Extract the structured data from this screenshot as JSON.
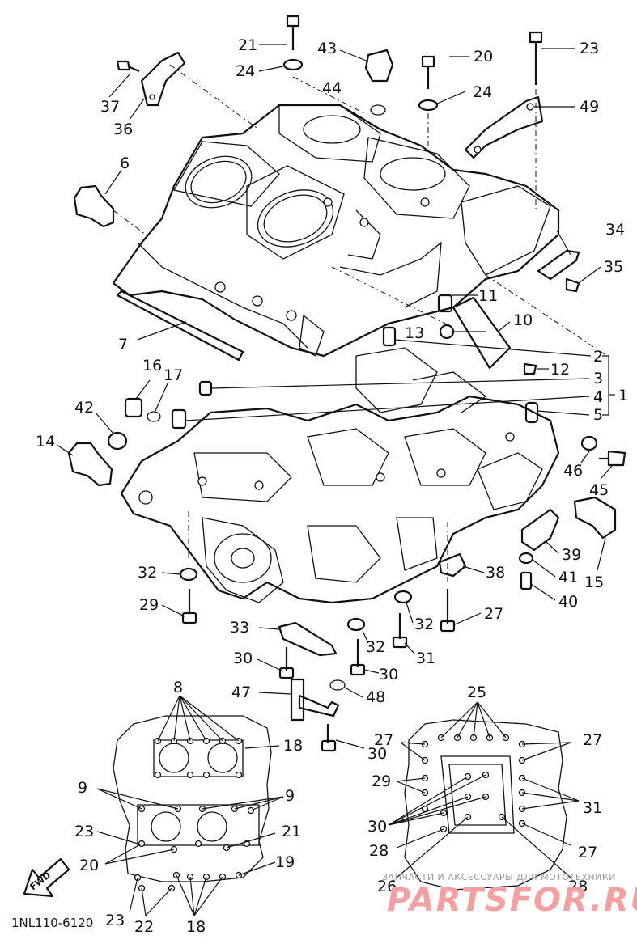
{
  "diagram": {
    "code": "1NL110-6120",
    "fwd_label": "FWD",
    "watermark_top": "ЗАПЧАСТИ И АКСЕССУАРЫ ДЛЯ МОТОТЕХНИКИ",
    "watermark_main": "PARTSFOR.RU"
  },
  "callouts": {
    "c1": "1",
    "c2": "2",
    "c3": "3",
    "c4": "4",
    "c5": "5",
    "c6": "6",
    "c7": "7",
    "c8": "8",
    "c9a": "9",
    "c9b": "9",
    "c10": "10",
    "c11": "11",
    "c12": "12",
    "c13": "13",
    "c14": "14",
    "c15": "15",
    "c16": "16",
    "c17": "17",
    "c18a": "18",
    "c18b": "18",
    "c19": "19",
    "c20a": "20",
    "c20b": "20",
    "c21a": "21",
    "c21b": "21",
    "c22": "22",
    "c23a": "23",
    "c23b": "23",
    "c23c": "23",
    "c24a": "24",
    "c24b": "24",
    "c25": "25",
    "c26": "26",
    "c27a": "27",
    "c27b": "27",
    "c27c": "27",
    "c27d": "27",
    "c28a": "28",
    "c28b": "28",
    "c29a": "29",
    "c29b": "29",
    "c30a": "30",
    "c30b": "30",
    "c30c": "30",
    "c30d": "30",
    "c31a": "31",
    "c31b": "31",
    "c32a": "32",
    "c32b": "32",
    "c32c": "32",
    "c33": "33",
    "c34": "34",
    "c35": "35",
    "c36": "36",
    "c37": "37",
    "c38": "38",
    "c39": "39",
    "c40": "40",
    "c41": "41",
    "c42": "42",
    "c43": "43",
    "c44": "44",
    "c45": "45",
    "c46": "46",
    "c47": "47",
    "c48": "48",
    "c49": "49"
  }
}
